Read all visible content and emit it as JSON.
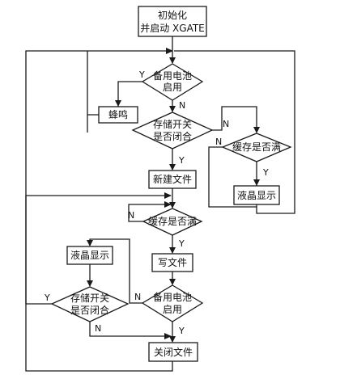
{
  "nodes": {
    "init": {
      "line1": "初始化",
      "line2": "并启动 XGATE"
    },
    "backup_battery_1": {
      "line1": "备用电池",
      "line2": "启用"
    },
    "buzzer": {
      "label": "蜂鸣"
    },
    "storage_switch_1": {
      "line1": "存储开关",
      "line2": "是否闭合"
    },
    "buffer_full_1": {
      "label": "缓存是否满"
    },
    "lcd_display_1": {
      "label": "液晶显示"
    },
    "new_file": {
      "label": "新建文件"
    },
    "buffer_full_2": {
      "label": "缓存是否满"
    },
    "write_file": {
      "label": "写文件"
    },
    "lcd_display_2": {
      "label": "液晶显示"
    },
    "storage_switch_2": {
      "line1": "存储开关",
      "line2": "是否闭合"
    },
    "backup_battery_2": {
      "line1": "备用电池",
      "line2": "启用"
    },
    "close_file": {
      "label": "关闭文件"
    }
  },
  "branch_labels": {
    "yes": "Y",
    "no": "N"
  }
}
